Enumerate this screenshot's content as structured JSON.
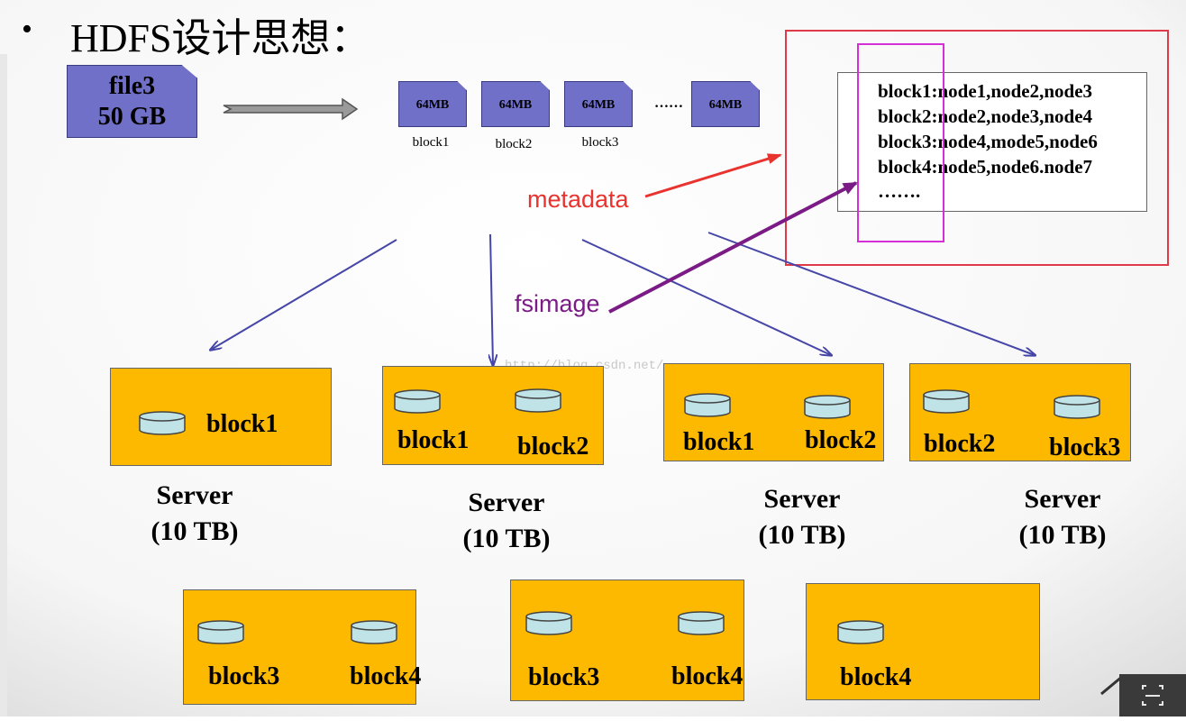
{
  "title": {
    "bullet": "•",
    "text": "HDFS设计思想："
  },
  "file": {
    "name": "file3",
    "size": "50 GB"
  },
  "chunks": [
    {
      "size": "64MB",
      "label": "block1"
    },
    {
      "size": "64MB",
      "label": "block2"
    },
    {
      "size": "64MB",
      "label": "block3"
    },
    {
      "size": "64MB",
      "label": ""
    }
  ],
  "ellipsis": "……",
  "metadata_table": {
    "lines": [
      "block1:node1,node2,node3",
      "block2:node2,node3,node4",
      "block3:node4,mode5,node6",
      "block4:node5,node6.node7",
      "……."
    ]
  },
  "annotations": {
    "metadata": "metadata",
    "fsimage": "fsimage"
  },
  "watermark": "http://blog.csdn.net/",
  "servers_row1": [
    {
      "blocks": [
        "block1"
      ],
      "label_line1": "Server",
      "label_line2": "(10 TB)"
    },
    {
      "blocks": [
        "block1",
        "block2"
      ],
      "label_line1": "Server",
      "label_line2": "(10 TB)"
    },
    {
      "blocks": [
        "block1",
        "block2"
      ],
      "label_line1": "Server",
      "label_line2": "(10 TB)"
    },
    {
      "blocks": [
        "block2",
        "block3"
      ],
      "label_line1": "Server",
      "label_line2": "(10 TB)"
    }
  ],
  "servers_row2": [
    {
      "blocks": [
        "block3",
        "block4"
      ]
    },
    {
      "blocks": [
        "block3",
        "block4"
      ]
    },
    {
      "blocks": [
        "block4"
      ]
    }
  ],
  "colors": {
    "chunk_fill": "#7070c8",
    "server_fill": "#fdb800",
    "disk_fill": "#bfe3e6",
    "red_highlight": "#e03a48",
    "magenta_highlight": "#d530d8",
    "metadata_text": "#e8332f",
    "fsimage_text": "#7a1b86",
    "arrow_blue": "#4646a8"
  },
  "icons": {
    "corner_button": "fullscreen-icon"
  }
}
